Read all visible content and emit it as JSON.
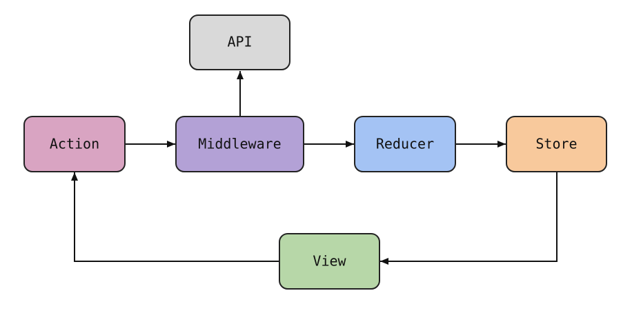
{
  "diagram": {
    "nodes": {
      "api": {
        "label": "API",
        "color": "#d9d9d9"
      },
      "action": {
        "label": "Action",
        "color": "#d9a4c2"
      },
      "middleware": {
        "label": "Middleware",
        "color": "#b3a1d6"
      },
      "reducer": {
        "label": "Reducer",
        "color": "#a4c3f4"
      },
      "store": {
        "label": "Store",
        "color": "#f8c99c"
      },
      "view": {
        "label": "View",
        "color": "#b7d7a8"
      }
    },
    "edges": [
      {
        "from": "action",
        "to": "middleware"
      },
      {
        "from": "middleware",
        "to": "api"
      },
      {
        "from": "middleware",
        "to": "reducer"
      },
      {
        "from": "reducer",
        "to": "store"
      },
      {
        "from": "store",
        "to": "view"
      },
      {
        "from": "view",
        "to": "action"
      }
    ]
  }
}
